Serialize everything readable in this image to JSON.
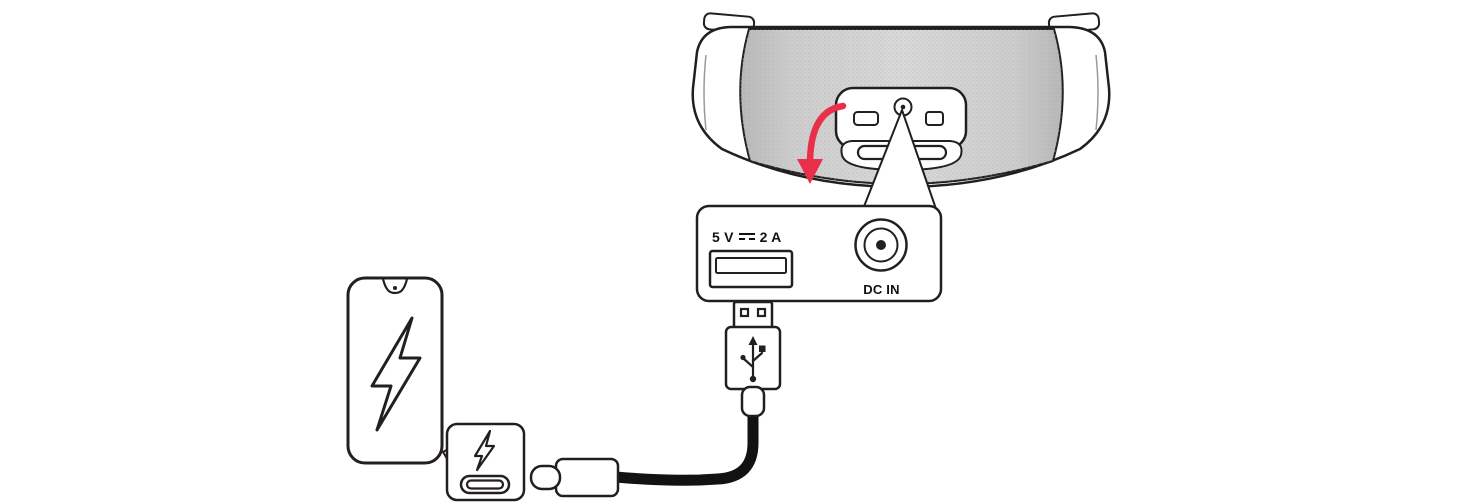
{
  "diagram": {
    "port_panel": {
      "usb_voltage": "5 V",
      "usb_current": "2 A",
      "dc_in_label": "DC IN"
    },
    "colors": {
      "outline": "#231f20",
      "mesh_gray": "#cbcbcb",
      "arrow_red": "#e8304b",
      "cable_black": "#121212"
    },
    "icons": {
      "dc_symbol": "dc-symbol-icon",
      "usb_trident": "usb-trident-icon",
      "phone_charging": "lightning-bolt-icon",
      "port_flash": "lightning-bolt-icon"
    }
  }
}
